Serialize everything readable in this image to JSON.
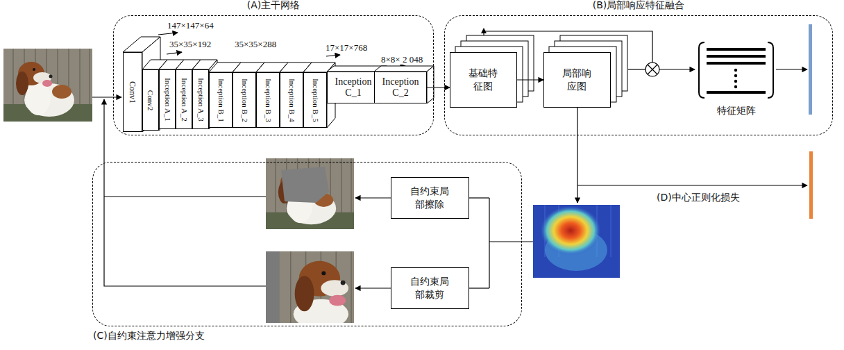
{
  "diagram": {
    "nodes": [
      {
        "text": [
          "(A)主干网络"
        ]
      },
      {
        "text": [
          "Conv1"
        ],
        "in": 0
      },
      {
        "text": [
          "Conv2"
        ],
        "in": 0
      },
      {
        "text": [
          "Inception A_1"
        ],
        "in": 0
      },
      {
        "text": [
          "Inception A_2"
        ],
        "in": 0
      },
      {
        "text": [
          "Inception A_3"
        ],
        "in": 0
      },
      {
        "text": [
          "Inception B_1"
        ],
        "in": 0
      },
      {
        "text": [
          "Inception B_2"
        ],
        "in": 0
      },
      {
        "text": [
          "Inception B_3"
        ],
        "in": 0
      },
      {
        "text": [
          "Inception B_4"
        ],
        "in": 0
      },
      {
        "text": [
          "Inception B_5"
        ],
        "in": 0
      },
      {
        "text": [
          "Inception C_1"
        ],
        "in": 0
      },
      {
        "text": [
          "Inception C_2"
        ],
        "in": 0
      },
      {
        "text": [
          "(B)局部响应特征融合"
        ]
      },
      {
        "text": [
          "基础特征图"
        ],
        "in": 13
      },
      {
        "text": [
          "局部响应图"
        ],
        "in": 13
      },
      {
        "text": [
          "特征矩阵"
        ],
        "in": 13
      },
      {
        "text": [
          "(C)自约束注意力增强分支"
        ]
      },
      {
        "text": [
          "自约束局部擦除"
        ],
        "in": 17
      },
      {
        "text": [
          "自约束局部裁剪"
        ],
        "in": 17
      }
    ],
    "edges": [
      {
        "from": 12,
        "to": 14,
        "arrow": "to"
      },
      {
        "from": 14,
        "to": 15,
        "arrow": "to"
      }
    ],
    "labels": [
      "147×147×64",
      "35×35×192",
      "35×35×288",
      "17×17×768",
      "8×8× 2 048",
      "(D)中心正则化损失"
    ]
  }
}
